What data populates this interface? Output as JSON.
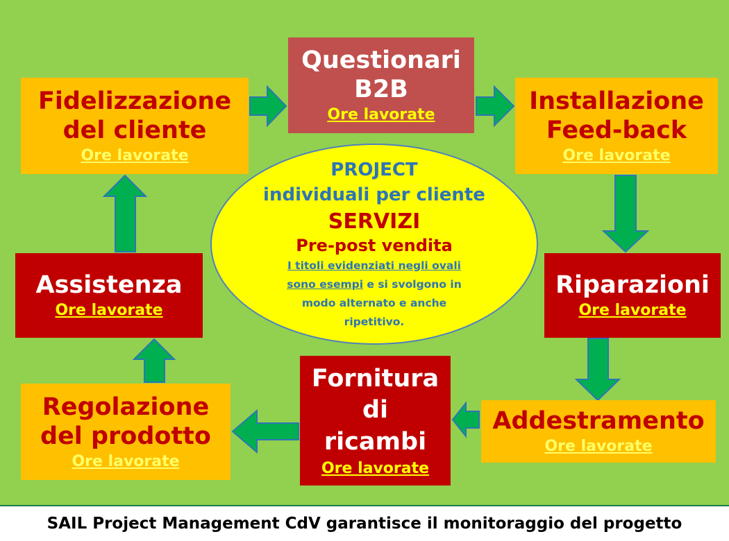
{
  "boxes": {
    "fidelizzazione": {
      "title_1": "Fidelizzazione",
      "title_2": "del cliente",
      "hours": "Ore lavorate"
    },
    "questionari": {
      "title_1": "Questionari",
      "title_2": "B2B",
      "hours": "Ore lavorate"
    },
    "installazione": {
      "title_1": "Installazione",
      "title_2": "Feed-back",
      "hours": "Ore lavorate"
    },
    "assistenza": {
      "title_1": "Assistenza",
      "hours": "Ore lavorate"
    },
    "riparazioni": {
      "title_1": "Riparazioni",
      "hours": "Ore lavorate"
    },
    "regolazione": {
      "title_1": "Regolazione",
      "title_2": "del prodotto",
      "hours": "Ore lavorate"
    },
    "fornitura": {
      "title_1": "Fornitura",
      "title_2": "di",
      "title_3": "ricambi",
      "hours": "Ore lavorate"
    },
    "addestramento": {
      "title_1": "Addestramento",
      "hours": "Ore lavorate"
    }
  },
  "center": {
    "line_1": "PROJECT",
    "line_2": "individuali per cliente",
    "line_3": "SERVIZI",
    "line_4": "Pre-post vendita",
    "note_line_1": "I titoli evidenziati negli ovali",
    "note_line_2_underlined": "sono esempi",
    "note_line_2_rest": " e si svolgono in",
    "note_line_3": "modo alternato e anche",
    "note_line_4": "ripetitivo."
  },
  "footer": {
    "text": "SAIL Project Management CdV garantisce il monitoraggio del progetto"
  },
  "colors": {
    "background": "#92d050",
    "box_orange": "#ffc000",
    "box_red": "#c00000",
    "box_rose": "#c0504d",
    "oval": "#ffff00",
    "arrow_fill": "#00b050",
    "arrow_stroke": "#2e75b6"
  }
}
